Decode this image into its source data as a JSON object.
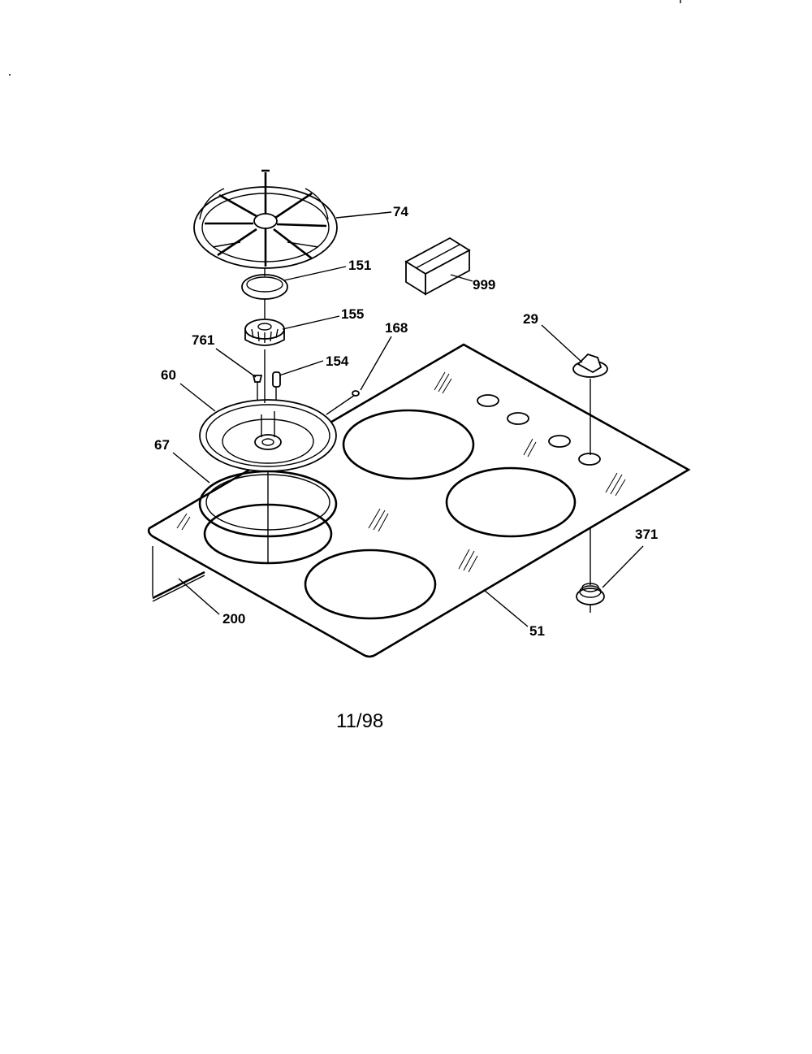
{
  "footer": {
    "date": "11/98"
  },
  "callouts": [
    {
      "id": "74",
      "part": "burner-grate"
    },
    {
      "id": "151",
      "part": "burner-cap"
    },
    {
      "id": "155",
      "part": "burner-head"
    },
    {
      "id": "168",
      "part": "cooktop-fastener"
    },
    {
      "id": "761",
      "part": "screw"
    },
    {
      "id": "154",
      "part": "igniter-electrode"
    },
    {
      "id": "60",
      "part": "burner-bowl"
    },
    {
      "id": "67",
      "part": "gasket-ring"
    },
    {
      "id": "200",
      "part": "rod"
    },
    {
      "id": "51",
      "part": "glass-cooktop"
    },
    {
      "id": "29",
      "part": "control-knob"
    },
    {
      "id": "371",
      "part": "knob-seal"
    },
    {
      "id": "999",
      "part": "parts-box"
    }
  ],
  "colors": {
    "ink": "#000000",
    "paper": "#ffffff"
  }
}
